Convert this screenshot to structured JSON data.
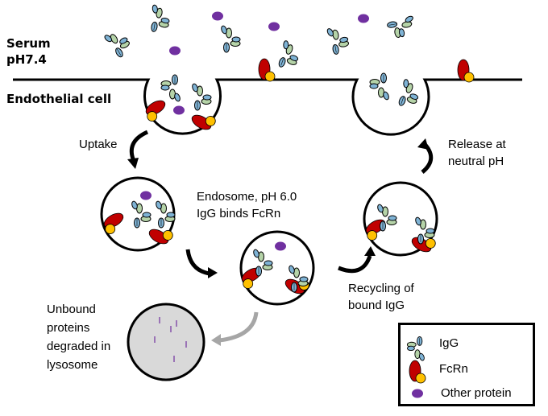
{
  "labels": {
    "serum_line1": "Serum",
    "serum_line2": "pH7.4",
    "cell": "Endothelial cell",
    "uptake": "Uptake",
    "endosome_line1": "Endosome, pH 6.0",
    "endosome_line2": "IgG binds FcRn",
    "release_line1": "Release at",
    "release_line2": "neutral pH",
    "recycling_line1": "Recycling of",
    "recycling_line2": "bound IgG",
    "lysosome_line1": "Unbound",
    "lysosome_line2": "proteins",
    "lysosome_line3": "degraded in",
    "lysosome_line4": "lysosome"
  },
  "legend": {
    "items": [
      {
        "icon": "igg-icon",
        "label": "IgG"
      },
      {
        "icon": "fcrn-icon",
        "label": "FcRn"
      },
      {
        "icon": "other-protein-icon",
        "label": "Other protein"
      }
    ]
  },
  "colors": {
    "igg_heavy": "#7fb3d5",
    "igg_light": "#b5d3a8",
    "fcrn_red": "#c00000",
    "fcrn_yellow": "#ffc000",
    "other_protein": "#7030a0",
    "lysosome_fill": "#d9d9d9",
    "arrow_gray": "#a6a6a6"
  }
}
